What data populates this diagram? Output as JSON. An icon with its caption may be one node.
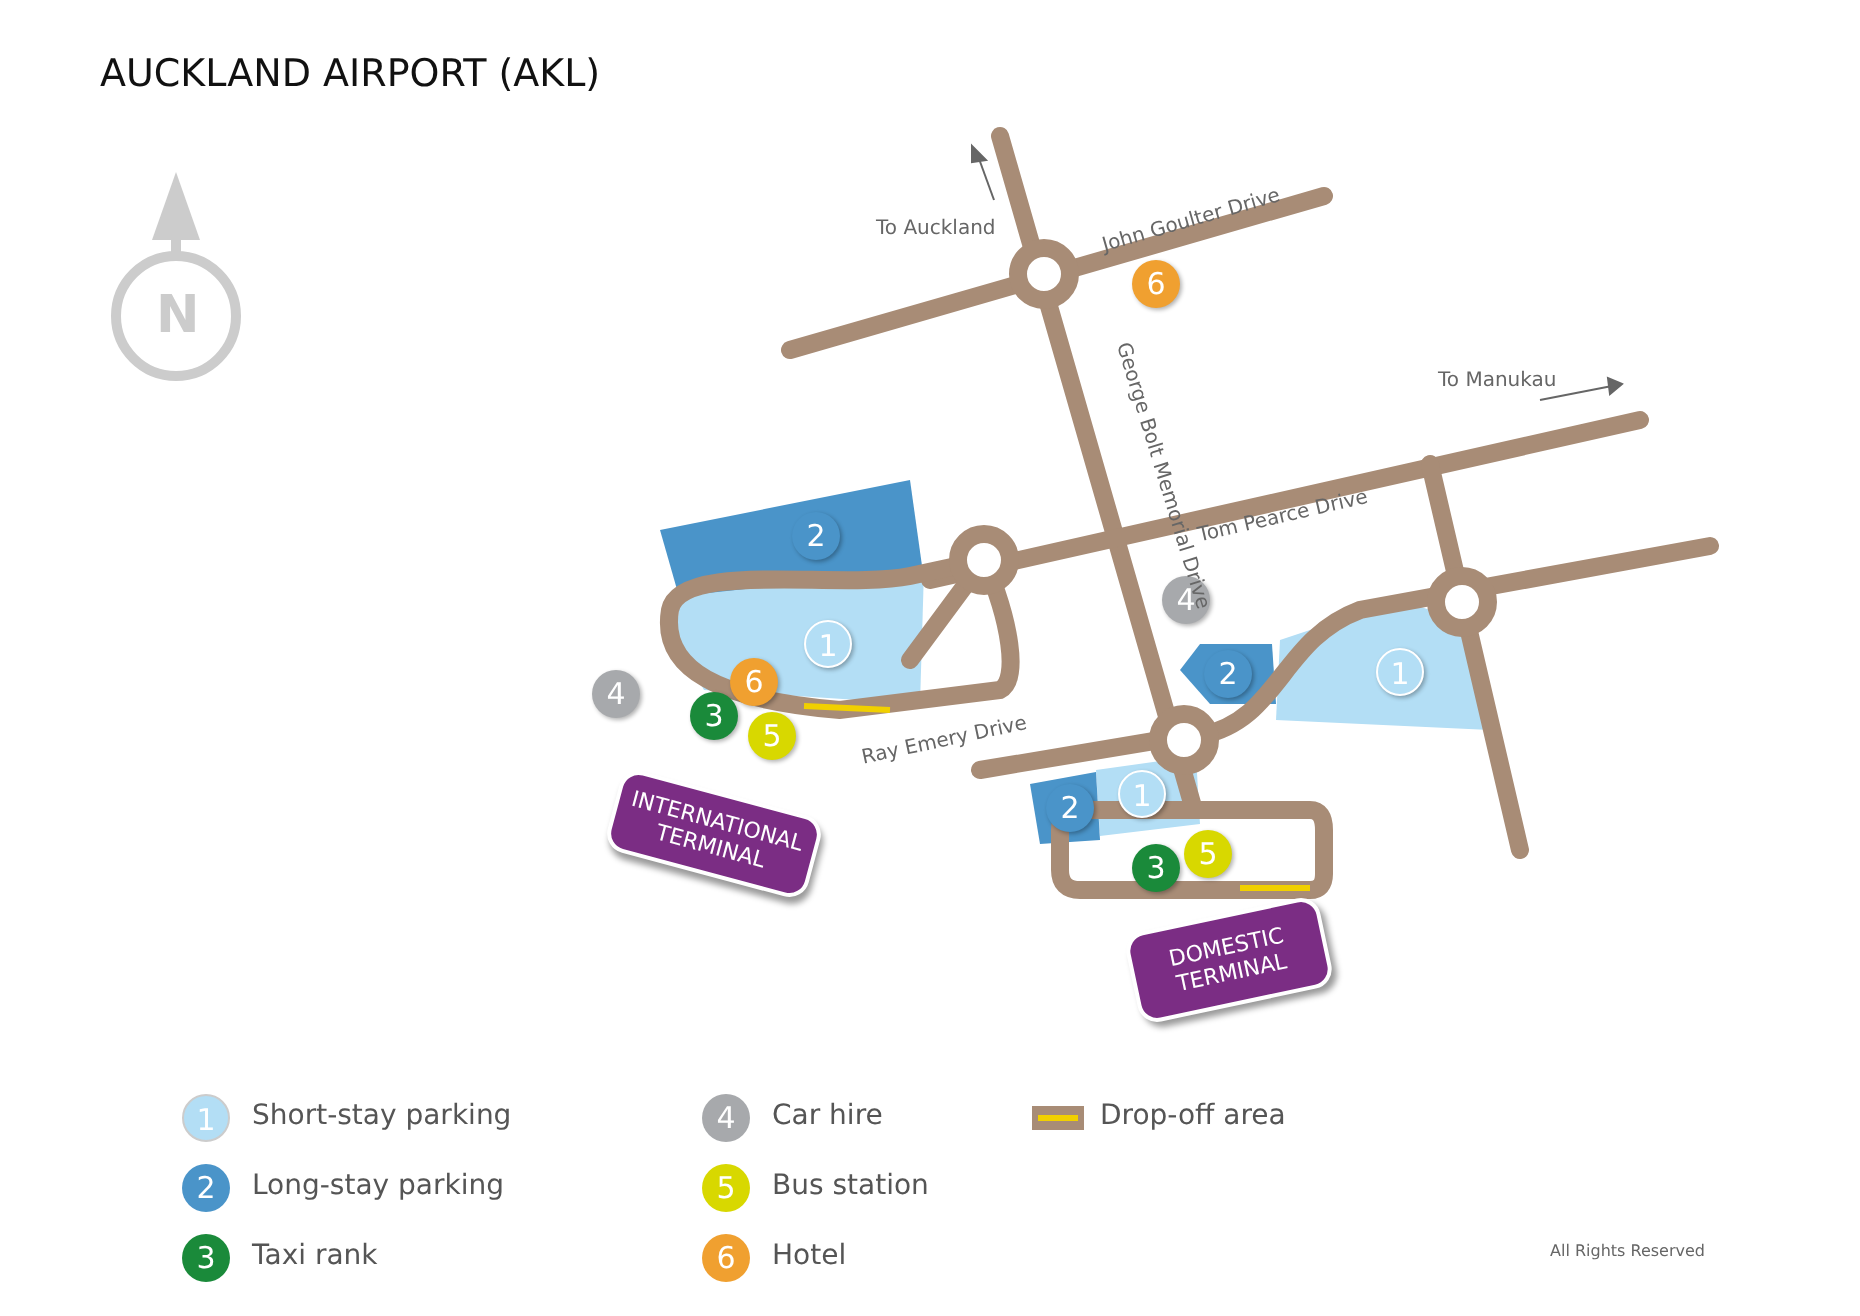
{
  "diagram": {
    "title": "AUCKLAND AIRPORT (AKL)",
    "nodes": [
      {
        "text": [
          "INTERNATIONAL TERMINAL"
        ]
      },
      {
        "text": [
          "DOMESTIC TERMINAL"
        ]
      },
      {
        "text": [
          "6"
        ]
      },
      {
        "text": [
          "2"
        ]
      },
      {
        "text": [
          "4"
        ]
      },
      {
        "text": [
          "1"
        ]
      },
      {
        "text": [
          "2"
        ]
      },
      {
        "text": [
          "1"
        ]
      },
      {
        "text": [
          "4"
        ]
      },
      {
        "text": [
          "6"
        ]
      },
      {
        "text": [
          "3"
        ]
      },
      {
        "text": [
          "5"
        ]
      },
      {
        "text": [
          "1"
        ]
      },
      {
        "text": [
          "2"
        ]
      },
      {
        "text": [
          "3"
        ]
      },
      {
        "text": [
          "5"
        ]
      }
    ],
    "labels": [
      "To Auckland",
      "John Goulter Drive",
      "George Bolt Memorial Drive",
      "To Manukau",
      "Tom Pearce Drive",
      "Ray Emery Drive",
      "N",
      "1",
      "2",
      "3",
      "4",
      "5",
      "6",
      "All Rights Reserved"
    ],
    "legend": [
      {
        "text": "Short-stay parking",
        "color": "#b3def5"
      },
      {
        "text": "Long-stay parking",
        "color": "#4a94c9"
      },
      {
        "text": "Taxi rank",
        "color": "#1a8a3a"
      },
      {
        "text": "Car hire",
        "color": "#a7a9ac"
      },
      {
        "text": "Bus station",
        "color": "#d8d800"
      },
      {
        "text": "Hotel",
        "color": "#f0a030"
      },
      {
        "text": "Drop-off area"
      }
    ]
  }
}
